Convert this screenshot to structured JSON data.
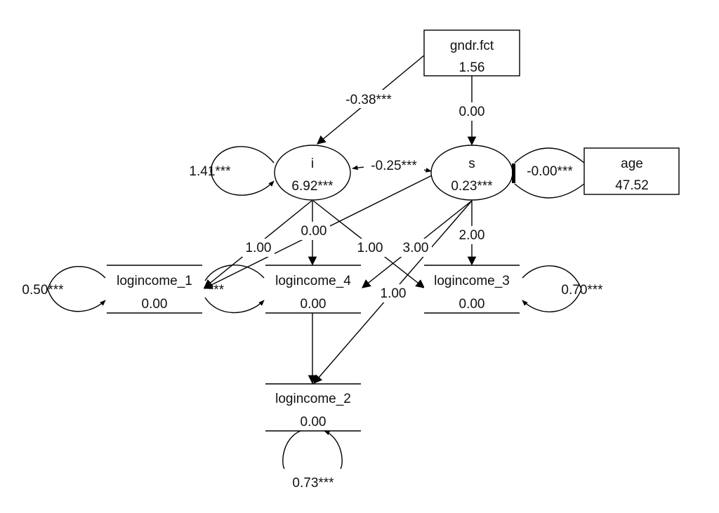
{
  "diagram": {
    "type": "path-diagram",
    "nodes": {
      "gndr": {
        "name": "gndr.fct",
        "value": "1.56",
        "kind": "observed"
      },
      "age": {
        "name": "age",
        "value": "47.52",
        "kind": "observed"
      },
      "i": {
        "name": "i",
        "value": "6.92***",
        "kind": "latent"
      },
      "s": {
        "name": "s",
        "value": "0.23***",
        "kind": "latent"
      },
      "li1": {
        "name": "logincome_1",
        "value": "0.00",
        "kind": "observed"
      },
      "li4": {
        "name": "logincome_4",
        "value": "0.00",
        "kind": "observed"
      },
      "li3": {
        "name": "logincome_3",
        "value": "0.00",
        "kind": "observed"
      },
      "li2": {
        "name": "logincome_2",
        "value": "0.00",
        "kind": "observed"
      }
    },
    "edges": {
      "gndr_i": {
        "from": "gndr.fct",
        "to": "i",
        "label": "-0.38***"
      },
      "gndr_s": {
        "from": "gndr.fct",
        "to": "s",
        "label": "0.00"
      },
      "i_s": {
        "from": "i",
        "to": "s",
        "label": "-0.25***",
        "kind": "covariance"
      },
      "s_age": {
        "from": "s",
        "to": "age",
        "label": "-0.00***",
        "kind": "covariance"
      },
      "i_li1": {
        "from": "i",
        "to": "logincome_1",
        "label": "1.00"
      },
      "i_li4": {
        "from": "i",
        "to": "logincome_4",
        "label": "0.00"
      },
      "i_li3": {
        "from": "i",
        "to": "logincome_3",
        "label": "1.00"
      },
      "s_li4": {
        "from": "s",
        "to": "logincome_4",
        "label": "3.00"
      },
      "s_li3": {
        "from": "s",
        "to": "logincome_3",
        "label": "2.00"
      },
      "s_li2": {
        "from": "s",
        "to": "logincome_2",
        "label": "1.00"
      },
      "s_li1": {
        "from": "s",
        "to": "logincome_1",
        "label": ""
      },
      "i_li2": {
        "from": "i",
        "to": "logincome_2",
        "label": ""
      }
    },
    "variances": {
      "i": "1.41***",
      "li1": "0.50***",
      "li4": "***",
      "li3": "0.70***",
      "li2": "0.73***"
    }
  }
}
